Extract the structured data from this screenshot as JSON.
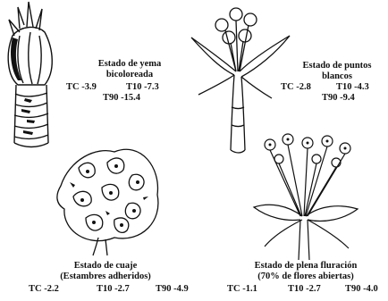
{
  "stages": [
    {
      "id": "yema",
      "title": [
        "Estado de yema",
        "bicoloreada"
      ],
      "tc": "TC -3.9",
      "t10": "T10 -7.3",
      "t90": "T90 -15.4"
    },
    {
      "id": "puntos",
      "title": [
        "Estado de puntos",
        "blancos"
      ],
      "tc": "TC -2.8",
      "t10": "T10 -4.3",
      "t90": "T90 -9.4"
    },
    {
      "id": "cuaje",
      "title": [
        "Estado de cuaje",
        "(Estambres adheridos)"
      ],
      "tc": "TC -2.2",
      "t10": "T10 -2.7",
      "t90": "T90 -4.9"
    },
    {
      "id": "plena",
      "title": [
        "Estado de plena fluración",
        "(70% de flores abiertas)"
      ],
      "tc": "TC -1.1",
      "t10": "T10 -2.7",
      "t90": "T90 -4.0"
    }
  ]
}
